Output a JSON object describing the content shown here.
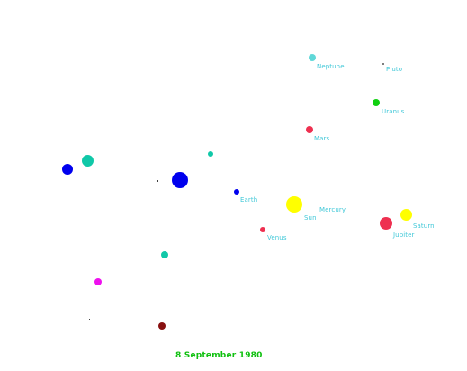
{
  "date": "8 September 1980",
  "colors": {
    "label": "#40c8d8",
    "date": "#10c010",
    "background": "#ffffff"
  },
  "labels": {
    "neptune": "Neptune",
    "pluto": "Pluto",
    "uranus": "Uranus",
    "mars": "Mars",
    "earth": "Earth",
    "mercury": "Mercury",
    "sun": "Sun",
    "saturn": "Saturn",
    "jupiter": "Jupiter",
    "venus": "Venus"
  },
  "body_colors": {
    "sun": "#ffff00",
    "mercury": "#ffff00",
    "earth": "#0000ee",
    "venus": "#ee3050",
    "mars": "#ee3050",
    "jupiter": "#ee3050",
    "saturn": "#ffff00",
    "uranus": "#10d010",
    "neptune": "#60d8d8",
    "pluto": "#555555",
    "left_large_blue": "#0000ee",
    "left_medium_blue": "#0000ee",
    "left_teal_1": "#10c8a8",
    "left_teal_2": "#10c8a8",
    "left_teal_3": "#10c8a8",
    "left_magenta": "#ee10ee",
    "left_darkred": "#881010",
    "tiny_dot": "#000000"
  }
}
